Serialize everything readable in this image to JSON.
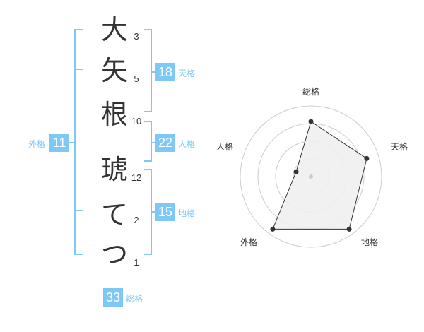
{
  "name": {
    "chars": [
      "大",
      "矢",
      "根",
      "琥",
      "て",
      "つ"
    ],
    "strokes": [
      "3",
      "5",
      "10",
      "12",
      "2",
      "1"
    ]
  },
  "scores": {
    "gaikaku": {
      "label": "外格",
      "value": "11"
    },
    "tenkaku": {
      "label": "天格",
      "value": "18"
    },
    "jinkaku": {
      "label": "人格",
      "value": "22"
    },
    "chikaku": {
      "label": "地格",
      "value": "15"
    },
    "soukaku": {
      "label": "総格",
      "value": "33"
    }
  },
  "radar": {
    "axes": [
      "総格",
      "天格",
      "地格",
      "外格",
      "人格"
    ],
    "rings": 4,
    "values": [
      0.78,
      0.83,
      0.92,
      0.92,
      0.22
    ],
    "colors": {
      "fill": "#efefef",
      "line": "#333333",
      "ring": "#cccccc",
      "point": "#333333"
    }
  },
  "colors": {
    "accent": "#7ec8f5",
    "text": "#333333"
  }
}
